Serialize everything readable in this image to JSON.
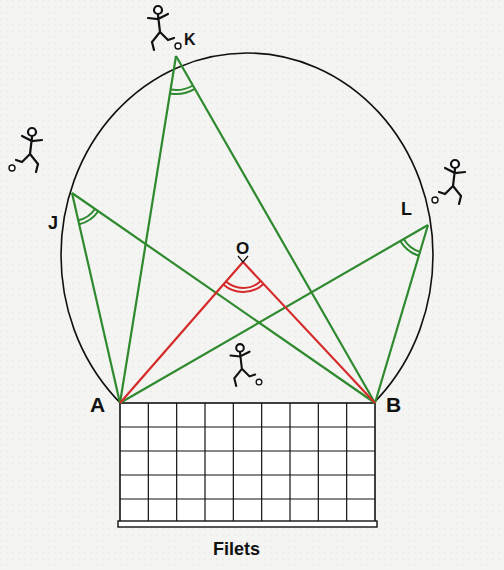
{
  "diagram": {
    "labels": [
      "K",
      "J",
      "L",
      "O",
      "A",
      "B",
      "Filets"
    ]
  }
}
